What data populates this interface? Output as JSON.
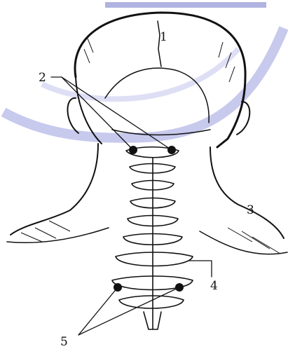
{
  "labels": {
    "l1": "1",
    "l2": "2",
    "l3": "3",
    "l4": "4",
    "l5": "5"
  },
  "colors": {
    "ink": "#111111",
    "watermark_arc": "#8a8ed6",
    "watermark_bar": "#7076c8"
  }
}
